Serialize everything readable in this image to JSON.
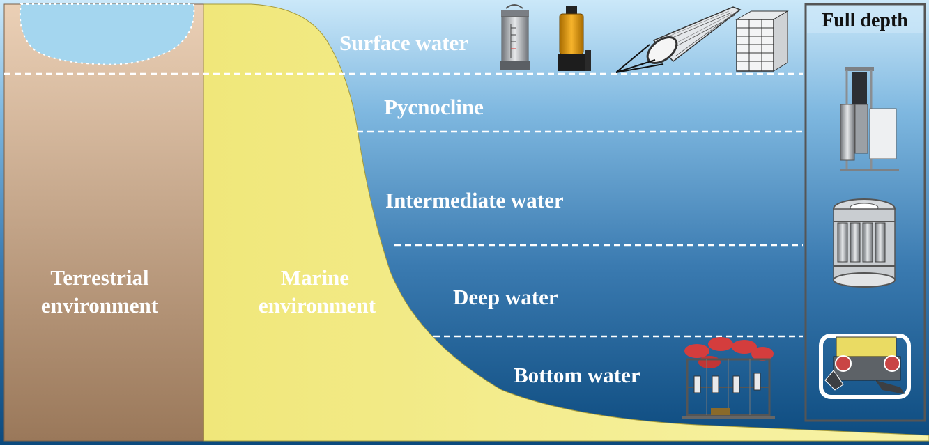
{
  "environments": {
    "terrestrial_line1": "Terrestrial",
    "terrestrial_line2": "environment",
    "marine_line1": "Marine",
    "marine_line2": "environment"
  },
  "water_layers": {
    "surface": "Surface water",
    "pycnocline": "Pycnocline",
    "intermediate": "Intermediate water",
    "deep": "Deep water",
    "bottom": "Bottom water"
  },
  "full_depth": {
    "title": "Full depth"
  },
  "instruments": {
    "surface": [
      "water-sampler-bottle-icon",
      "submersible-pump-icon",
      "plankton-net-icon",
      "sediment-trap-array-icon"
    ],
    "full_depth": [
      "ctd-sampler-icon",
      "rosette-sampler-icon",
      "rov-icon"
    ],
    "bottom": [
      "benthic-lander-icon"
    ]
  },
  "colors": {
    "sky_water_top": "#c9e6f8",
    "water_bottom": "#0e4e82",
    "land_top": "#e7c9ad",
    "land_bottom": "#9b7a5c",
    "slope": "#f3ec84",
    "lake": "#9fd4ee"
  }
}
